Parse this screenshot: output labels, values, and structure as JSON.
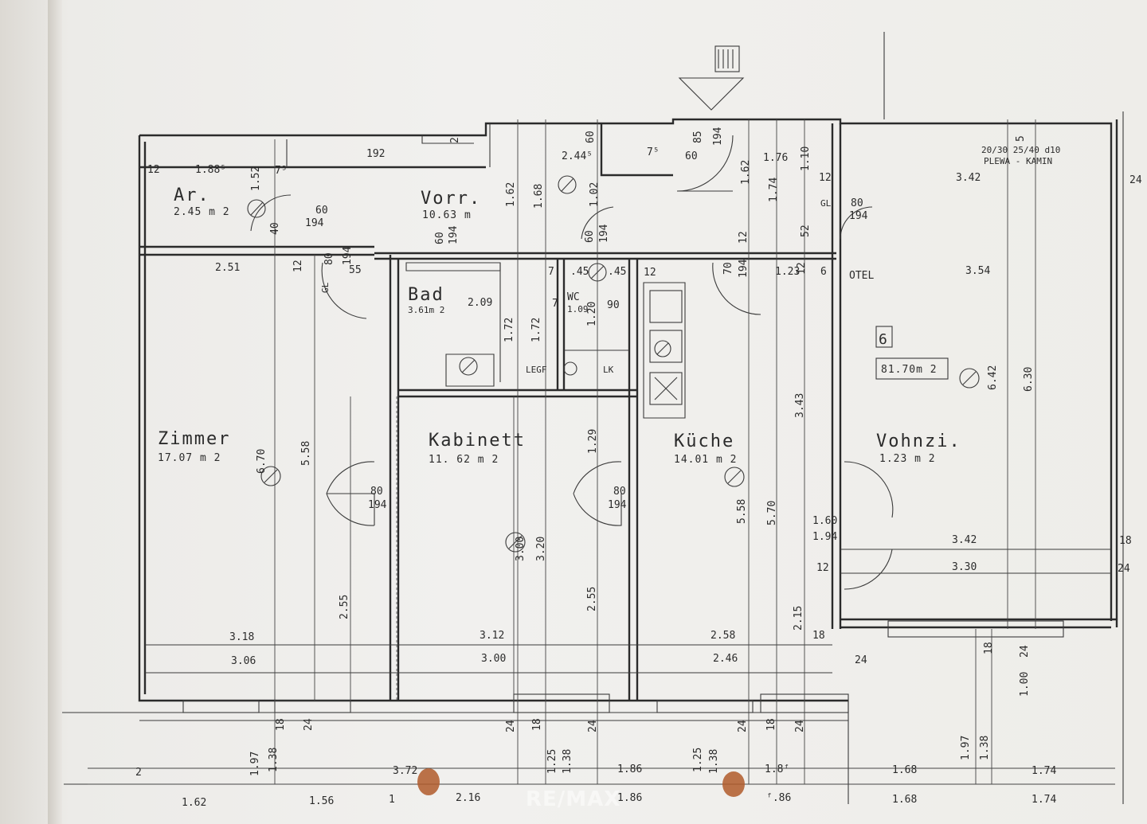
{
  "rooms": {
    "ar": {
      "name": "Ar.",
      "area": "2.45  m 2"
    },
    "vorr": {
      "name": "Vorr.",
      "area": "10.63  m"
    },
    "bad": {
      "name": "Bad",
      "area": "3.61m 2"
    },
    "wc": {
      "name": "WC",
      "area": "1.09"
    },
    "zimmer": {
      "name": "Zimmer",
      "area": "17.07  m  2"
    },
    "kabinett": {
      "name": "Kabinett",
      "area": "11. 62  m  2"
    },
    "kuche": {
      "name": "Küche",
      "area": "14.01 m 2"
    },
    "wohnzi": {
      "name": "Vohnzi.",
      "area": "1.23  m  2"
    }
  },
  "apartment": {
    "number": "6",
    "total_area": "81.70m  2"
  },
  "chimney": {
    "label": "PLEWA - KAMIN",
    "sizes": "20/30  25/40  d10"
  },
  "labels": {
    "otel": "OTEL",
    "gl1": "GL",
    "gl2": "GL",
    "legf": "LEGF",
    "lk": "LK"
  },
  "dimensions": {
    "top": [
      "12",
      "1.88⁵",
      "1.52",
      "7⁵",
      "192",
      "2.44⁵",
      "60",
      "7⁵",
      "60",
      "85",
      "194",
      "1.76",
      "1.10",
      "1.62",
      "1.74",
      "12",
      "80",
      "194",
      "3.42",
      "24",
      "5",
      "2"
    ],
    "mid": [
      "2.51",
      "60",
      "194",
      "40",
      "12",
      "80",
      "194",
      "55",
      "1.62",
      "1.68",
      "1.02",
      "60",
      "194",
      "60",
      "194",
      "2.09",
      "7",
      ".45",
      ".45",
      "12",
      "70",
      "194",
      "1.23",
      "12",
      "6",
      "3.54",
      "52",
      "12"
    ],
    "bath": [
      "1.72",
      "1.72",
      "1.20",
      "90",
      "7"
    ],
    "rooms_vertical": [
      "5.58",
      "6.70",
      "3.20",
      "1.29",
      "5.58",
      "5.70",
      "3.43",
      "6.42",
      "6.30",
      "2.55",
      "2.55",
      "2.15",
      "3.00"
    ],
    "doors": [
      "80",
      "194",
      "80",
      "194",
      "1.60",
      "1.94",
      "12"
    ],
    "wohn": [
      "3.42",
      "3.30",
      "18",
      "24"
    ],
    "lower": [
      "3.18",
      "3.06",
      "3.12",
      "3.00",
      "2.58",
      "2.46",
      "18",
      "24",
      "18",
      "24",
      "1.00"
    ],
    "bottom_v": [
      "18",
      "24",
      "24",
      "18",
      "24",
      "24",
      "18",
      "24",
      "1.97",
      "1.38",
      "1.25",
      "1.38",
      "1.25",
      "1.38",
      "1.97",
      "1.38"
    ],
    "bottom_row1": [
      "2",
      "3.72",
      "1.86",
      "1.8ᶠ",
      "1.68",
      "1.74"
    ],
    "bottom_row2": [
      "1.62",
      "1.56",
      "1",
      "2.16",
      "1.86",
      "ᶠ.86",
      "1.68",
      "1.74"
    ]
  },
  "watermark": "RE/MAX"
}
